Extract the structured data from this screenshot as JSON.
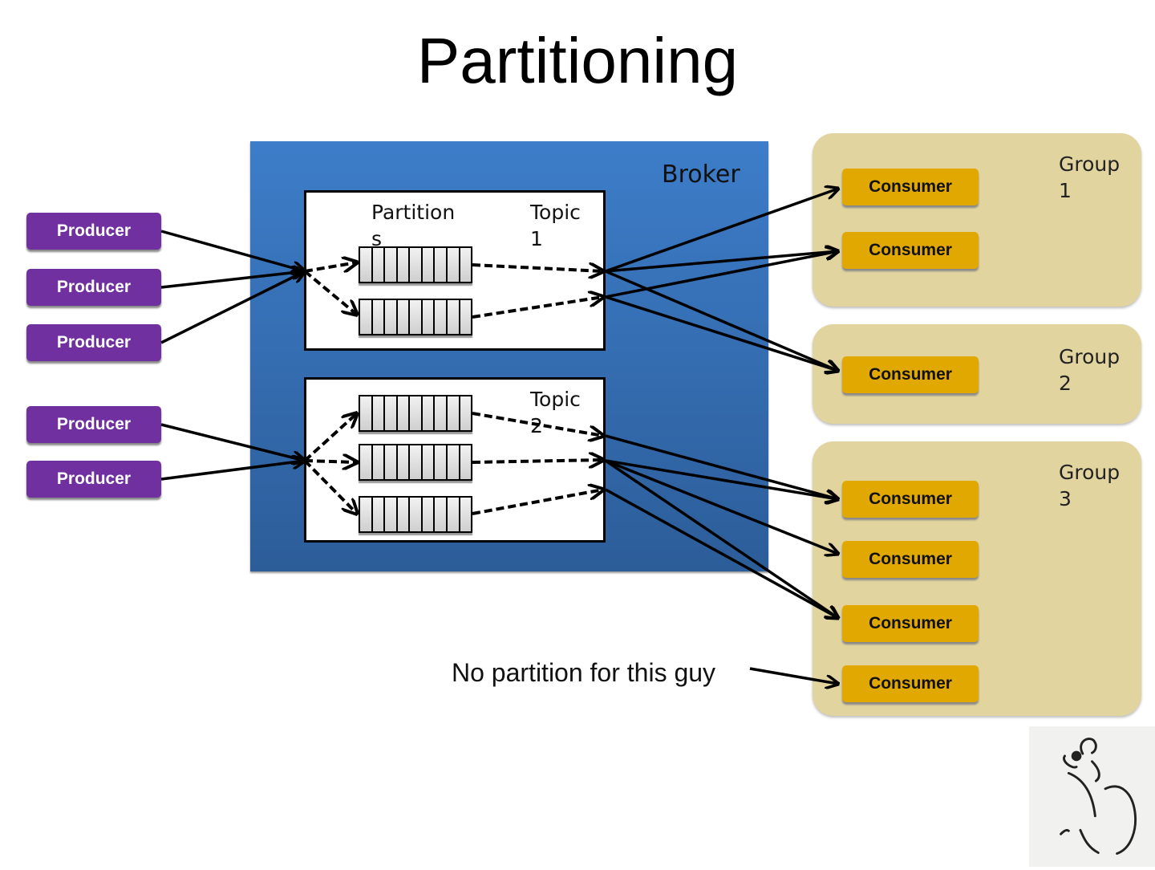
{
  "title": "Partitioning",
  "broker": {
    "label": "Broker"
  },
  "topics": [
    {
      "label": "Topic 1",
      "partitions_label": "Partitions",
      "partition_count": 2
    },
    {
      "label": "Topic 2",
      "partition_count": 3
    }
  ],
  "producers": [
    "Producer",
    "Producer",
    "Producer",
    "Producer",
    "Producer"
  ],
  "groups": [
    {
      "label": "Group 1",
      "consumers": [
        "Consumer",
        "Consumer"
      ]
    },
    {
      "label": "Group 2",
      "consumers": [
        "Consumer"
      ]
    },
    {
      "label": "Group 3",
      "consumers": [
        "Consumer",
        "Consumer",
        "Consumer",
        "Consumer"
      ]
    }
  ],
  "note": "No partition for this guy",
  "colors": {
    "broker": "#3d7dc9",
    "producer": "#7030a0",
    "consumer": "#e0a800",
    "group": "#e2d49e"
  },
  "icons": [
    "cartoon-sketch-image"
  ]
}
